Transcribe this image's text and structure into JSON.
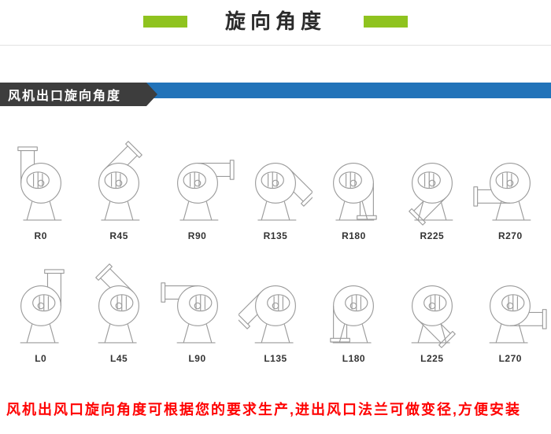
{
  "header": {
    "title": "旋向角度"
  },
  "section": {
    "label": "风机出口旋向角度"
  },
  "footer": {
    "text": "风机出风口旋向角度可根据您的要求生产,进出风口法兰可做变径,方便安装"
  },
  "colors": {
    "accent_green": "#8fc31f",
    "bar_blue": "#2273b9",
    "ribbon_dark": "#3d3d3d",
    "footer_red": "#ff0000",
    "drawing_line": "#9b9b9b",
    "label_text": "#333333"
  },
  "fans": {
    "rows": [
      {
        "series": "R",
        "mirror": false,
        "items": [
          {
            "label": "R0",
            "angle": 0
          },
          {
            "label": "R45",
            "angle": 45
          },
          {
            "label": "R90",
            "angle": 90
          },
          {
            "label": "R135",
            "angle": 135
          },
          {
            "label": "R180",
            "angle": 180
          },
          {
            "label": "R225",
            "angle": 225
          },
          {
            "label": "R270",
            "angle": 270
          }
        ]
      },
      {
        "series": "L",
        "mirror": true,
        "items": [
          {
            "label": "L0",
            "angle": 0
          },
          {
            "label": "L45",
            "angle": 45
          },
          {
            "label": "L90",
            "angle": 90
          },
          {
            "label": "L135",
            "angle": 135
          },
          {
            "label": "L180",
            "angle": 180
          },
          {
            "label": "L225",
            "angle": 225
          },
          {
            "label": "L270",
            "angle": 270
          }
        ]
      }
    ]
  }
}
